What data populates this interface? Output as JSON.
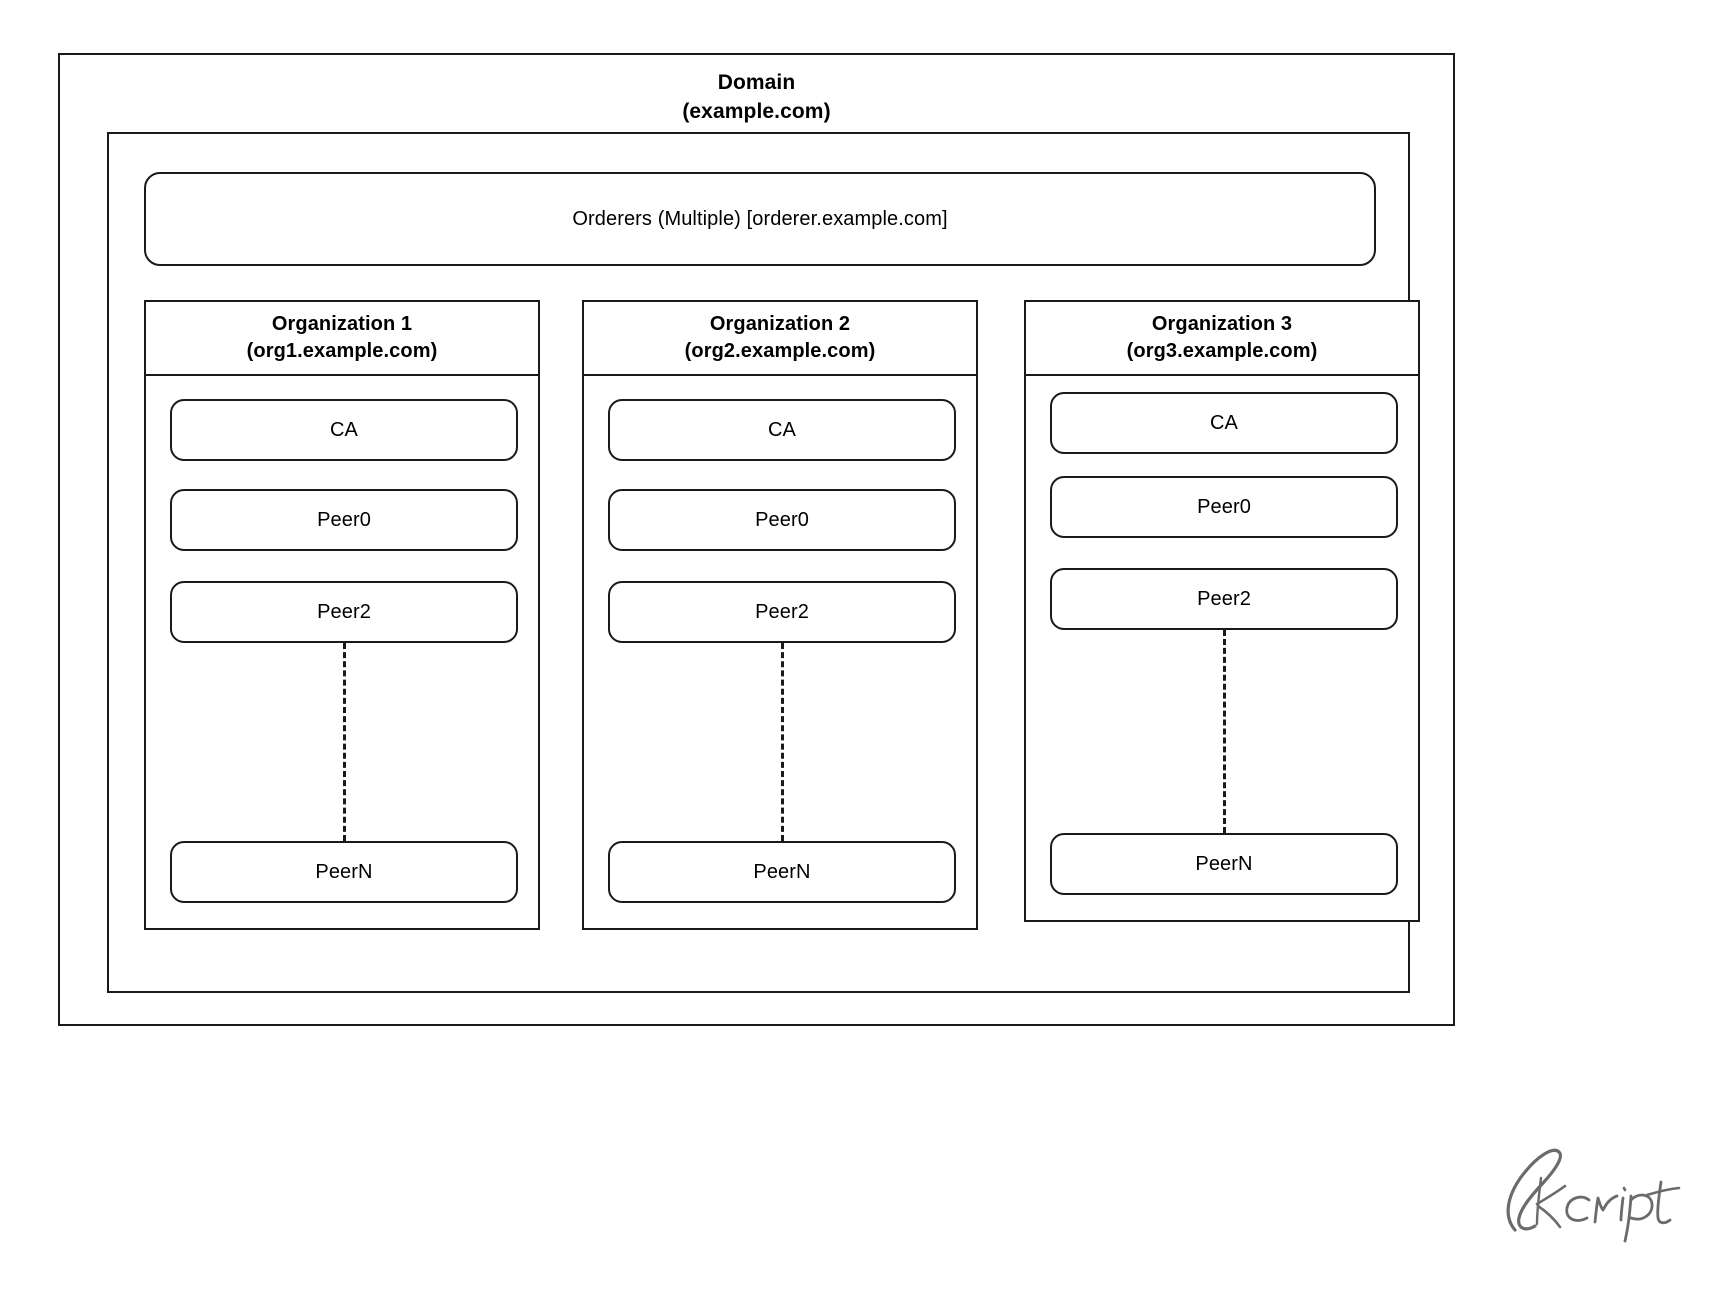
{
  "diagram": {
    "domain": {
      "title": "Domain",
      "subtitle": "(example.com)"
    },
    "orderers": {
      "label": "Orderers (Multiple) [orderer.example.com]"
    },
    "organizations": [
      {
        "name": "Organization 1",
        "domain": "(org1.example.com)",
        "nodes": [
          {
            "label": "CA"
          },
          {
            "label": "Peer0"
          },
          {
            "label": "Peer2"
          },
          {
            "label": "PeerN"
          }
        ]
      },
      {
        "name": "Organization 2",
        "domain": "(org2.example.com)",
        "nodes": [
          {
            "label": "CA"
          },
          {
            "label": "Peer0"
          },
          {
            "label": "Peer2"
          },
          {
            "label": "PeerN"
          }
        ]
      },
      {
        "name": "Organization 3",
        "domain": "(org3.example.com)",
        "nodes": [
          {
            "label": "CA"
          },
          {
            "label": "Peer0"
          },
          {
            "label": "Peer2"
          },
          {
            "label": "PeerN"
          }
        ]
      }
    ],
    "watermark": {
      "label": "Skcript",
      "color": "#6b6b6b"
    },
    "colors": {
      "stroke": "#1a1a1a",
      "background": "#ffffff",
      "text": "#000000"
    }
  }
}
